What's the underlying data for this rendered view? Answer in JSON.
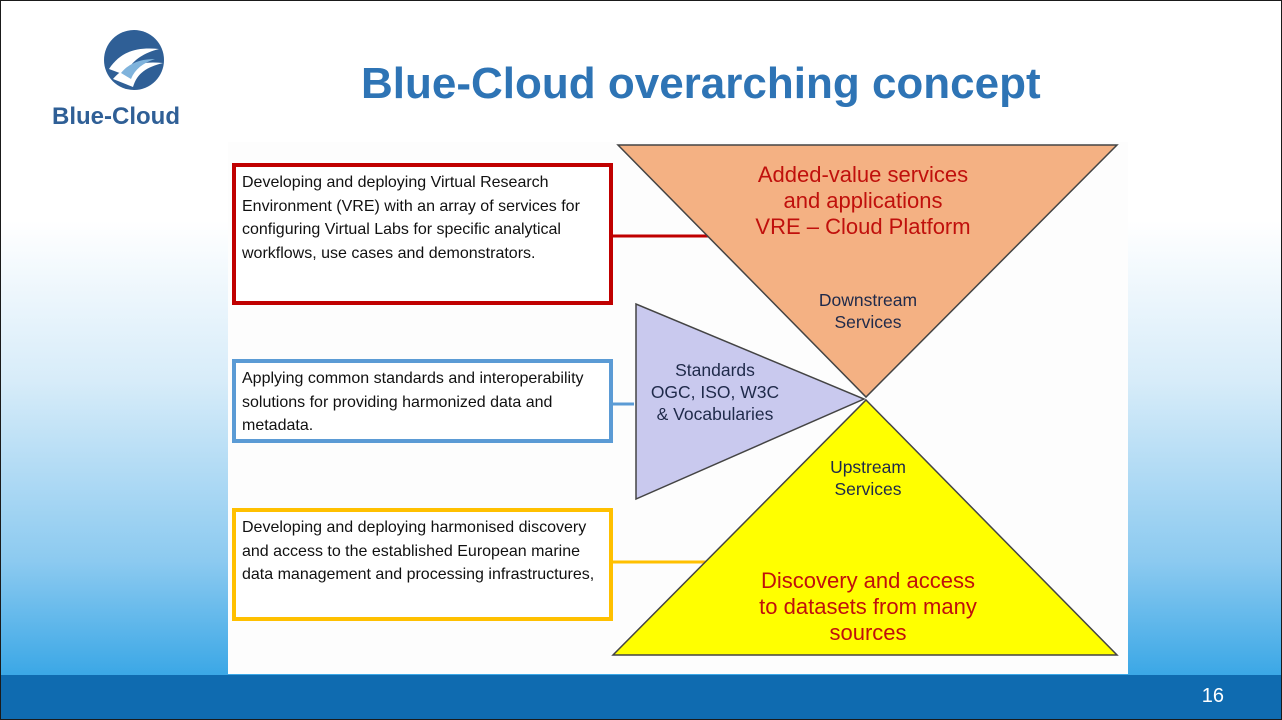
{
  "logo": {
    "text": "Blue-Cloud",
    "icon": "wave-logo-icon",
    "colors": {
      "blue": "#2f5f96",
      "light_blue": "#7fb3dc"
    }
  },
  "title": "Blue-Cloud overarching concept",
  "boxes": {
    "vre": "Developing and deploying Virtual Research Environment (VRE) with an array of services for configuring Virtual Labs for specific analytical workflows, use cases and demonstrators.",
    "standards": "Applying common standards and interoperability solutions for providing harmonized data and metadata.",
    "data": "Developing and deploying harmonised discovery and access to the established European marine data management and processing infrastructures,"
  },
  "diagram": {
    "top": {
      "lines": [
        "Added-value services",
        "and applications",
        "VRE – Cloud Platform"
      ],
      "sub": [
        "Downstream",
        "Services"
      ],
      "fill": "#f4b183"
    },
    "middle": {
      "lines": [
        "Standards",
        "OGC, ISO, W3C",
        "& Vocabularies"
      ],
      "fill": "#c9c9ee"
    },
    "bottom": {
      "sub": [
        "Upstream",
        "Services"
      ],
      "lines": [
        "Discovery and access",
        "to datasets from many",
        "sources"
      ],
      "fill": "#ffff00"
    }
  },
  "colors": {
    "red": "#c00000",
    "blue": "#5b9bd5",
    "yellow": "#ffc000",
    "title": "#2e74b5",
    "footer": "#0f6bb0"
  },
  "footer": {
    "page_number": "16"
  }
}
